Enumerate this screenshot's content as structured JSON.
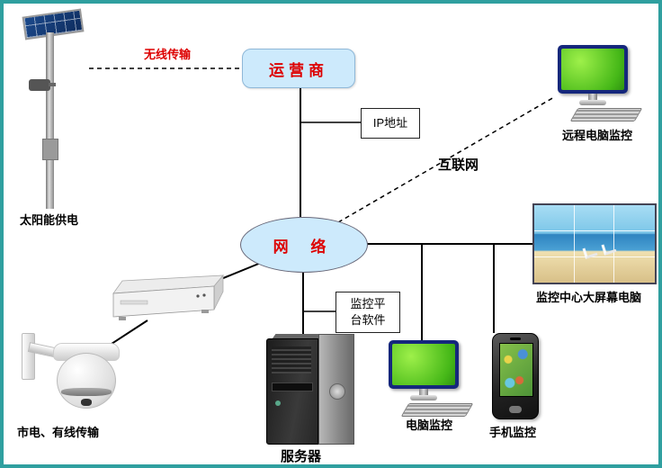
{
  "labels": {
    "wireless": "无线传输",
    "operator": "运营商",
    "ip": "IP地址",
    "internet": "互联网",
    "remote_pc": "远程电脑监控",
    "network": "网 络",
    "solar": "太阳能供电",
    "big_screen": "监控中心大屏幕电脑",
    "platform_l1": "监控平",
    "platform_l2": "台软件",
    "server": "服务器",
    "pc": "电脑监控",
    "phone": "手机监控",
    "mains": "市电、有线传输"
  },
  "colors": {
    "frame": "#2f9f9f",
    "node_fill": "#cdeafc",
    "accent_red": "#dd0000",
    "line": "#000000"
  }
}
